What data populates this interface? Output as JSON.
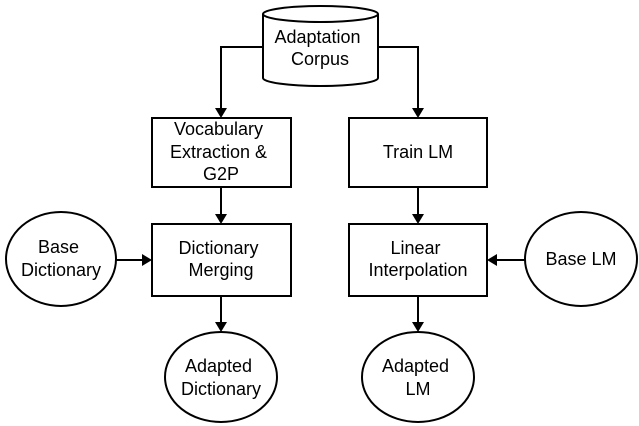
{
  "diagram": {
    "nodes": {
      "adaptation_corpus": {
        "lines": [
          "Adaptation",
          "Corpus"
        ]
      },
      "vocab_extraction": {
        "lines": [
          "Vocabulary",
          "Extraction &",
          "G2P"
        ]
      },
      "train_lm": {
        "lines": [
          "Train LM"
        ]
      },
      "base_dictionary": {
        "lines": [
          "Base",
          "Dictionary"
        ]
      },
      "dictionary_merging": {
        "lines": [
          "Dictionary",
          "Merging"
        ]
      },
      "linear_interpolation": {
        "lines": [
          "Linear",
          "Interpolation"
        ]
      },
      "base_lm": {
        "lines": [
          "Base LM"
        ]
      },
      "adapted_dictionary": {
        "lines": [
          "Adapted",
          "Dictionary"
        ]
      },
      "adapted_lm": {
        "lines": [
          "Adapted",
          "LM"
        ]
      }
    }
  }
}
